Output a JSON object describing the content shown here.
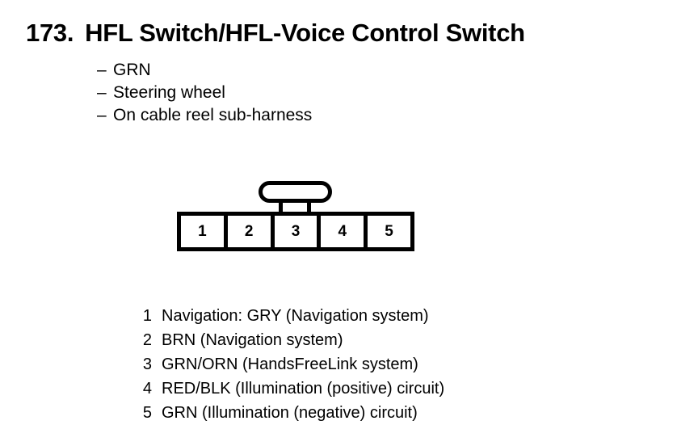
{
  "page": {
    "background_color": "#ffffff",
    "ink_color": "#000000"
  },
  "title": {
    "number": "173.",
    "text": "HFL Switch/HFL-Voice Control Switch"
  },
  "notes": {
    "dash": "–",
    "items": [
      {
        "label": "GRN"
      },
      {
        "label": "Steering wheel"
      },
      {
        "label": "On cable reel sub-harness"
      }
    ]
  },
  "connector": {
    "cavity_count": 5,
    "cavities": [
      {
        "number": "1"
      },
      {
        "number": "2"
      },
      {
        "number": "3"
      },
      {
        "number": "4"
      },
      {
        "number": "5"
      }
    ]
  },
  "pin_legend": [
    {
      "pin": "1",
      "description": "Navigation: GRY (Navigation system)"
    },
    {
      "pin": "2",
      "description": "BRN (Navigation system)"
    },
    {
      "pin": "3",
      "description": "GRN/ORN (HandsFreeLink system)"
    },
    {
      "pin": "4",
      "description": "RED/BLK (Illumination (positive) circuit)"
    },
    {
      "pin": "5",
      "description": "GRN (Illumination (negative) circuit)"
    }
  ]
}
